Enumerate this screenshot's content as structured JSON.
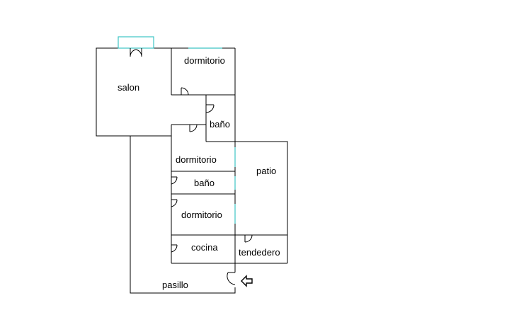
{
  "colors": {
    "wall": "#000000",
    "window": "#3cc4c4",
    "background": "#ffffff"
  },
  "rooms": [
    {
      "id": "salon",
      "label": "salon"
    },
    {
      "id": "dormitorio-1",
      "label": "dormitorio"
    },
    {
      "id": "bano-1",
      "label": "baño"
    },
    {
      "id": "dormitorio-2",
      "label": "dormitorio"
    },
    {
      "id": "bano-2",
      "label": "baño"
    },
    {
      "id": "dormitorio-3",
      "label": "dormitorio"
    },
    {
      "id": "cocina",
      "label": "cocina"
    },
    {
      "id": "patio",
      "label": "patio"
    },
    {
      "id": "tendedero",
      "label": "tendedero"
    },
    {
      "id": "pasillo",
      "label": "pasillo"
    }
  ],
  "entrance": {
    "icon": "entrance-arrow-icon"
  }
}
